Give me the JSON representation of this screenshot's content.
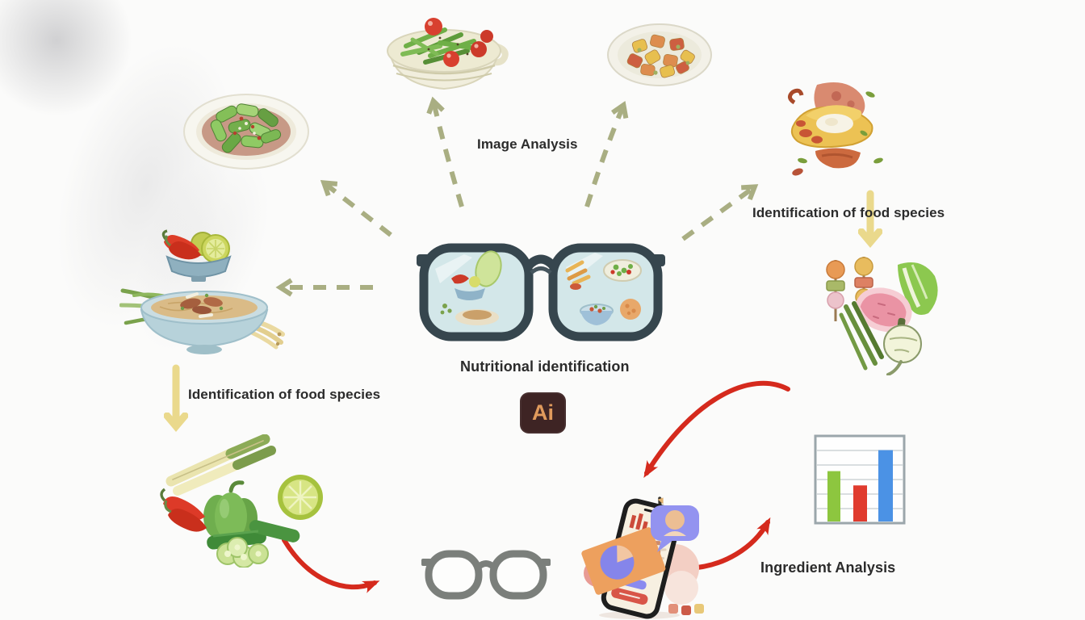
{
  "labels": {
    "image_analysis": "Image Analysis",
    "identification_of_food_species_left": "Identification of food species",
    "identification_of_food_species_right": "Identification of food species",
    "nutritional_identification": "Nutritional identification",
    "ingredient_analysis": "Ingredient Analysis"
  },
  "ai_badge": {
    "text": "Ai"
  },
  "colors": {
    "background": "#FBFBFA",
    "dashed_arrow": "#A9AE82",
    "yellow_arrow": "#EAD98C",
    "red_arrow": "#D52A1D",
    "label_text": "#2B2B2B",
    "ai_bg": "#3E2424",
    "ai_fg": "#E09A5C"
  },
  "icons": [
    "cucumber-salad-plate-icon",
    "green-bean-tomato-bowl-icon",
    "potato-chicken-plate-icon",
    "egg-crepe-taco-icon",
    "chili-lime-bowl-icon",
    "noodle-soup-bowl-icon",
    "skewers-meat-cabbage-radish-icon",
    "leek-pepper-cucumber-lime-icon",
    "smart-glasses-food-lenses-icon",
    "plain-glasses-icon",
    "nutrition-app-smartphone-icon",
    "bar-chart-icon"
  ],
  "bar_chart_icon": {
    "type": "bar",
    "bars": [
      {
        "color": "#8DC63F",
        "value": 60
      },
      {
        "color": "#E03B2E",
        "value": 43
      },
      {
        "color": "#4B92E5",
        "value": 85
      }
    ],
    "max": 100
  }
}
